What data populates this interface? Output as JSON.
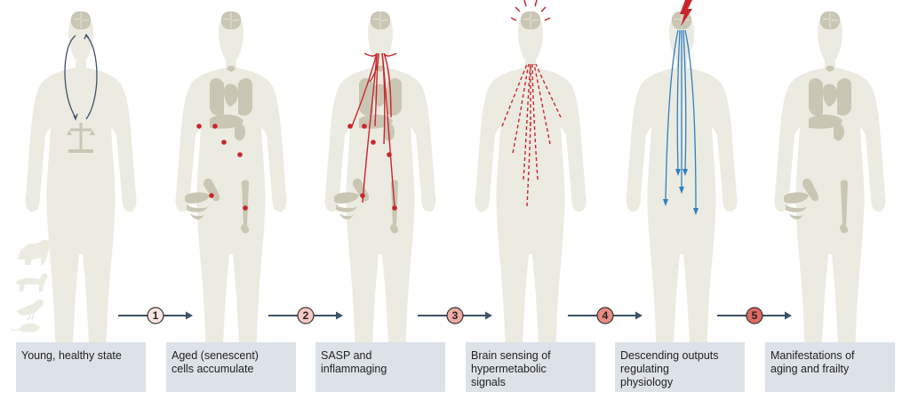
{
  "panels": [
    {
      "caption": "Young, healthy state"
    },
    {
      "caption": "Aged (senescent)\ncells accumulate"
    },
    {
      "caption": "SASP and\ninflammaging"
    },
    {
      "caption": "Brain sensing of\nhypermetabolic\nsignals"
    },
    {
      "caption": "Descending outputs\nregulating\nphysiology"
    },
    {
      "caption": "Manifestations of\naging and frailty"
    }
  ],
  "steps": [
    "1",
    "2",
    "3",
    "4",
    "5"
  ],
  "colors": {
    "body": "#ecebe1",
    "organ": "#c9c6b4",
    "red": "#c8262c",
    "blue": "#2f7fc1",
    "arrow": "#3d5168",
    "caption_bg": "#dde2e8"
  },
  "icons": [
    "chimpanzee-icon",
    "dog-icon",
    "bird-icon",
    "mouse-icon",
    "balance-scale-icon",
    "lightning-icon"
  ]
}
